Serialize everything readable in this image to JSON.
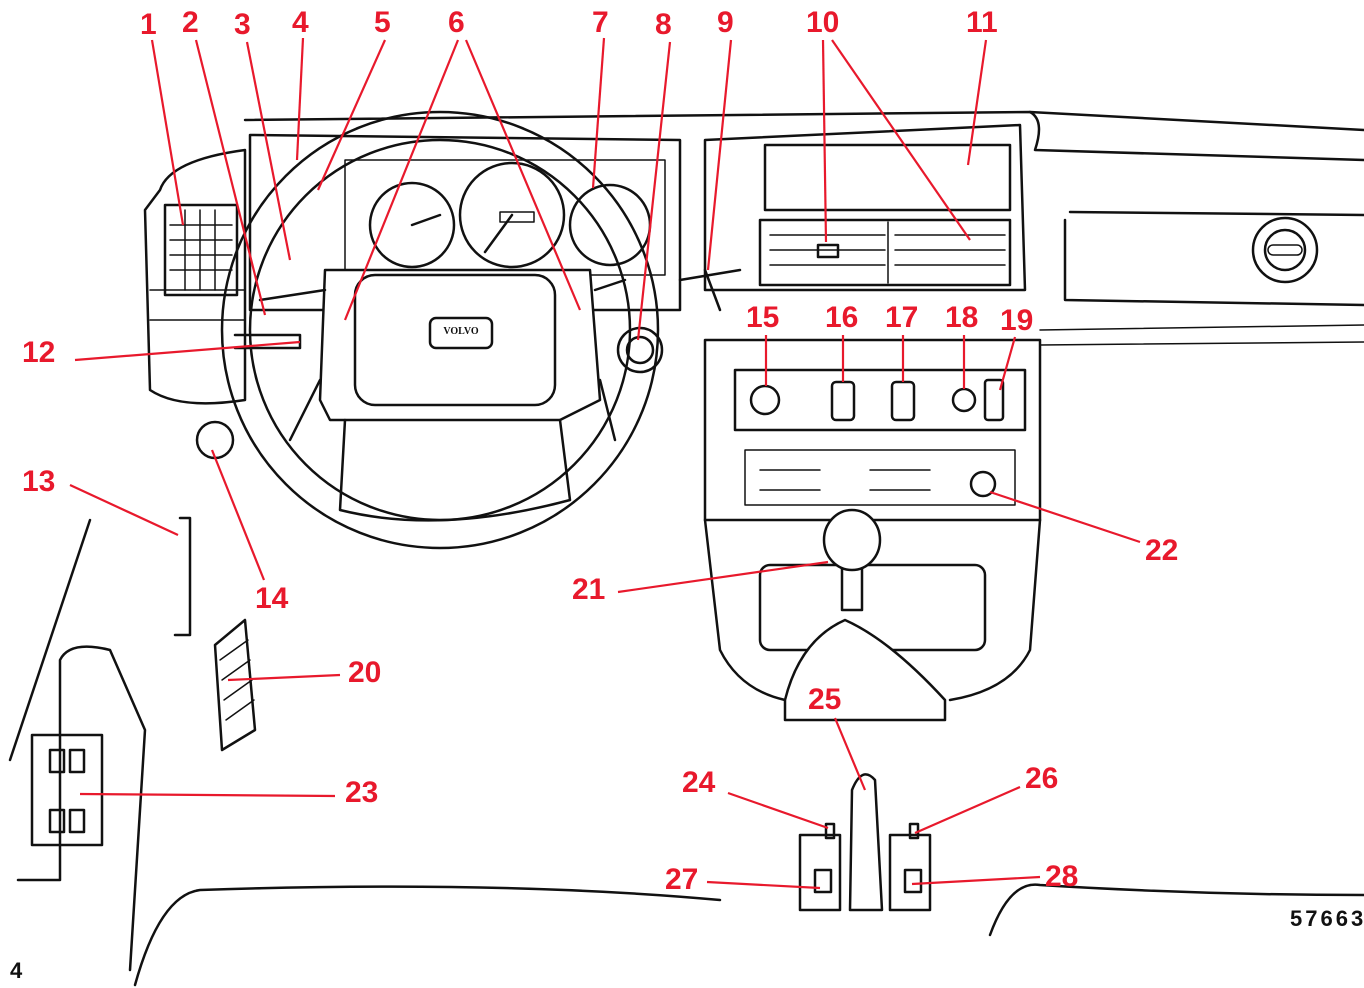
{
  "page_number": "4",
  "figure_code": "57663",
  "brand_badge": "VOLVO",
  "label_color": "#e8192c",
  "ink_color": "#111111",
  "callouts": [
    {
      "id": "1",
      "text": "1"
    },
    {
      "id": "2",
      "text": "2"
    },
    {
      "id": "3",
      "text": "3"
    },
    {
      "id": "4",
      "text": "4"
    },
    {
      "id": "5",
      "text": "5"
    },
    {
      "id": "6",
      "text": "6"
    },
    {
      "id": "7",
      "text": "7"
    },
    {
      "id": "8",
      "text": "8"
    },
    {
      "id": "9",
      "text": "9"
    },
    {
      "id": "10",
      "text": "10"
    },
    {
      "id": "11",
      "text": "11"
    },
    {
      "id": "12",
      "text": "12"
    },
    {
      "id": "13",
      "text": "13"
    },
    {
      "id": "14",
      "text": "14"
    },
    {
      "id": "15",
      "text": "15"
    },
    {
      "id": "16",
      "text": "16"
    },
    {
      "id": "17",
      "text": "17"
    },
    {
      "id": "18",
      "text": "18"
    },
    {
      "id": "19",
      "text": "19"
    },
    {
      "id": "20",
      "text": "20"
    },
    {
      "id": "21",
      "text": "21"
    },
    {
      "id": "22",
      "text": "22"
    },
    {
      "id": "23",
      "text": "23"
    },
    {
      "id": "24",
      "text": "24"
    },
    {
      "id": "25",
      "text": "25"
    },
    {
      "id": "26",
      "text": "26"
    },
    {
      "id": "27",
      "text": "27"
    },
    {
      "id": "28",
      "text": "28"
    }
  ]
}
